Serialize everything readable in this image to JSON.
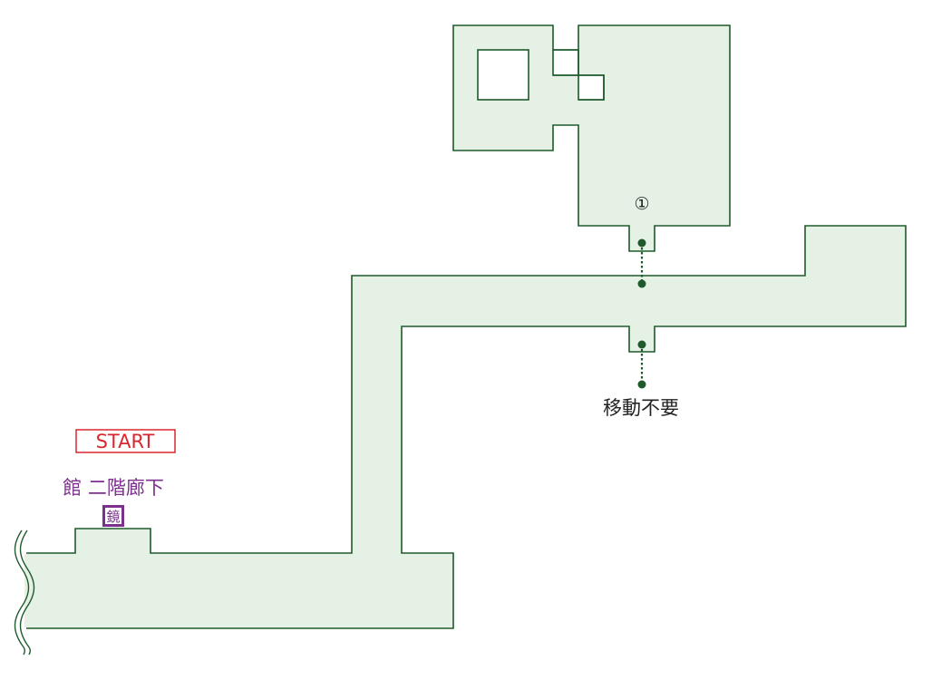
{
  "map": {
    "start_label": "START",
    "location_label": "館 二階廊下",
    "mirror_label": "鏡",
    "marker_label": "①",
    "note_label": "移動不要"
  },
  "colors": {
    "floor_fill": "#e5f1e4",
    "wall_stroke": "#1e5a2c",
    "start_color": "#d9262f",
    "location_color": "#7b2f8e",
    "text_color": "#222222"
  }
}
